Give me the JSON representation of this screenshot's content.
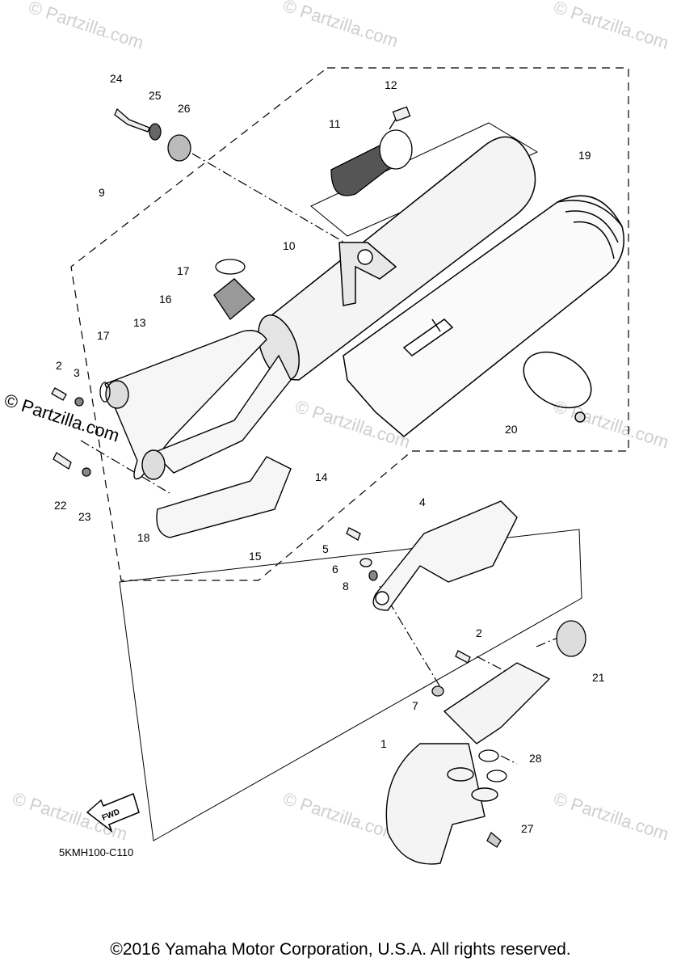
{
  "watermark_text": "© Partzilla.com",
  "callouts": {
    "c1": "1",
    "c2a": "2",
    "c2b": "2",
    "c3": "3",
    "c4": "4",
    "c5": "5",
    "c6": "6",
    "c7": "7",
    "c8": "8",
    "c9": "9",
    "c10": "10",
    "c11": "11",
    "c12": "12",
    "c13": "13",
    "c14": "14",
    "c15": "15",
    "c16": "16",
    "c17a": "17",
    "c17b": "17",
    "c18": "18",
    "c19": "19",
    "c20": "20",
    "c21": "21",
    "c22": "22",
    "c23": "23",
    "c24": "24",
    "c25": "25",
    "c26": "26",
    "c27": "27",
    "c28": "28"
  },
  "fwd_label": "FWD",
  "diagram_code": "5KMH100-C110",
  "copyright": "©2016 Yamaha Motor Corporation, U.S.A. All rights reserved."
}
